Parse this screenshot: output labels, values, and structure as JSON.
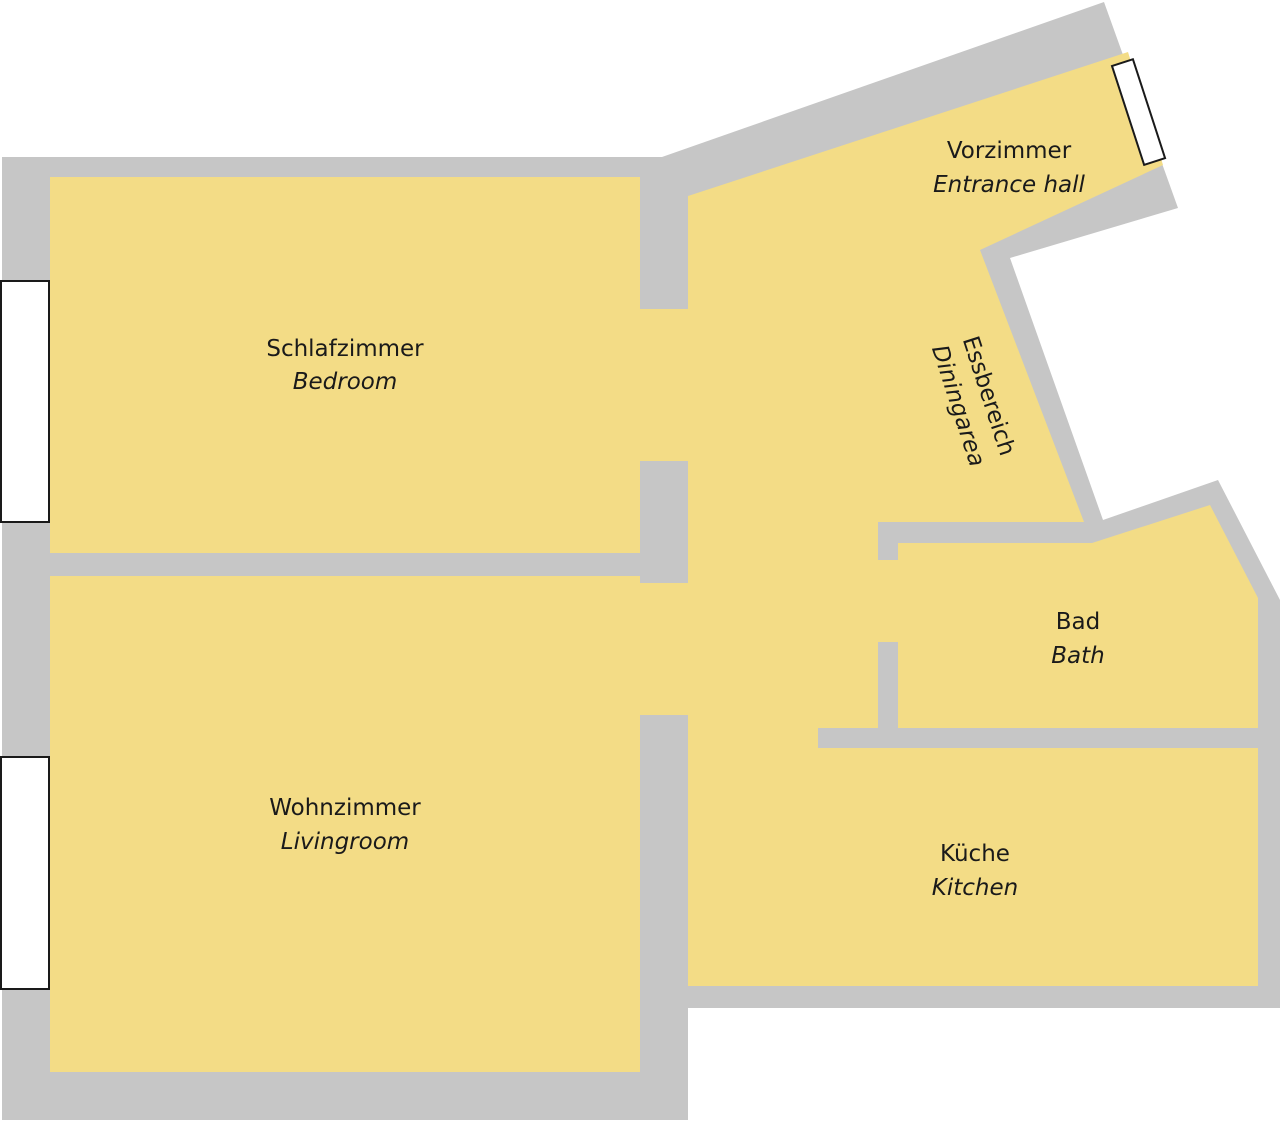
{
  "colors": {
    "wall": "#c6c6c6",
    "floor": "#f3dc86",
    "window": "#ffffff",
    "window_frame": "#1a1a1a",
    "text": "#1a1a1a"
  },
  "rooms": {
    "entrance_hall": {
      "name_de": "Vorzimmer",
      "name_en": "Entrance hall"
    },
    "bedroom": {
      "name_de": "Schlafzimmer",
      "name_en": "Bedroom"
    },
    "dining_area": {
      "name_de": "Essbereich",
      "name_en": "Diningarea"
    },
    "bath": {
      "name_de": "Bad",
      "name_en": "Bath"
    },
    "living_room": {
      "name_de": "Wohnzimmer",
      "name_en": "Livingroom"
    },
    "kitchen": {
      "name_de": "Küche",
      "name_en": "Kitchen"
    }
  }
}
